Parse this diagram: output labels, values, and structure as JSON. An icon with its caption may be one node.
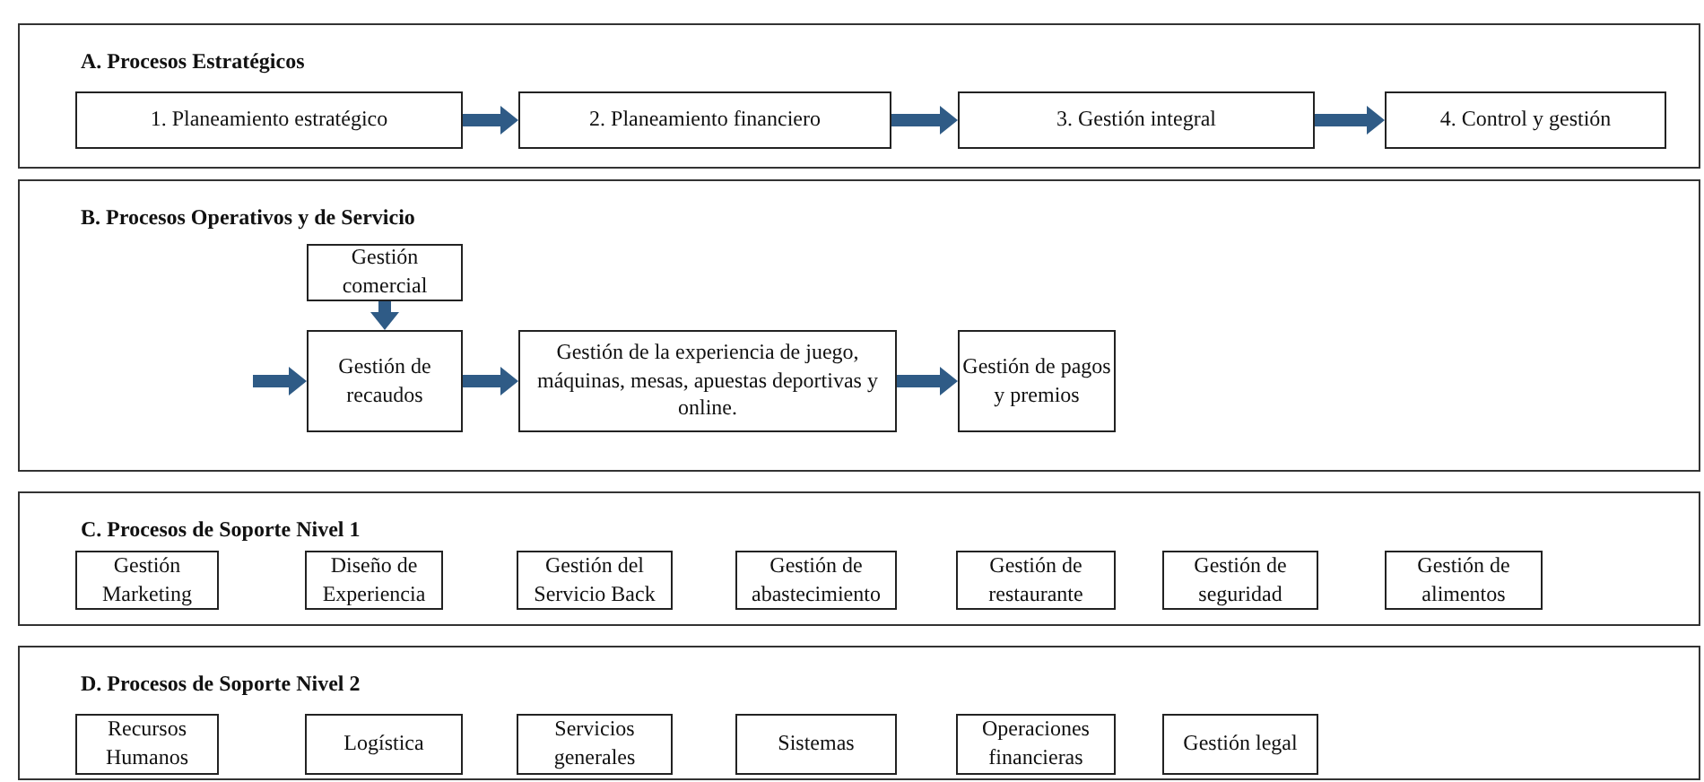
{
  "diagram": {
    "nodes": [
      {
        "text": [
          "A. Procesos Estratégicos"
        ]
      },
      {
        "text": [
          "1. Planeamiento estratégico"
        ],
        "in": 0
      },
      {
        "text": [
          "2. Planeamiento financiero"
        ],
        "in": 0
      },
      {
        "text": [
          "3. Gestión integral"
        ],
        "in": 0
      },
      {
        "text": [
          "4. Control y gestión"
        ],
        "in": 0
      },
      {
        "text": [
          "B. Procesos Operativos y de Servicio"
        ]
      },
      {
        "text": [
          "Gestión comercial"
        ],
        "in": 5
      },
      {
        "text": [
          "Gestión de recaudos"
        ],
        "in": 5
      },
      {
        "text": [
          "Gestión de la experiencia de juego, máquinas, mesas, apuestas deportivas y online."
        ],
        "in": 5
      },
      {
        "text": [
          "Gestión de pagos y premios"
        ],
        "in": 5
      },
      {
        "text": [
          "C. Procesos de Soporte Nivel 1"
        ]
      },
      {
        "text": [
          "Gestión Marketing"
        ],
        "in": 10
      },
      {
        "text": [
          "Diseño de Experiencia"
        ],
        "in": 10
      },
      {
        "text": [
          "Gestión del Servicio Back"
        ],
        "in": 10
      },
      {
        "text": [
          "Gestión de abastecimiento"
        ],
        "in": 10
      },
      {
        "text": [
          "Gestión de restaurante"
        ],
        "in": 10
      },
      {
        "text": [
          "Gestión de seguridad"
        ],
        "in": 10
      },
      {
        "text": [
          "Gestión de alimentos"
        ],
        "in": 10
      },
      {
        "text": [
          "D. Procesos de Soporte Nivel 2"
        ]
      },
      {
        "text": [
          "Recursos Humanos"
        ],
        "in": 18
      },
      {
        "text": [
          "Logística"
        ],
        "in": 18
      },
      {
        "text": [
          "Servicios generales"
        ],
        "in": 18
      },
      {
        "text": [
          "Sistemas"
        ],
        "in": 18
      },
      {
        "text": [
          "Operaciones financieras"
        ],
        "in": 18
      },
      {
        "text": [
          "Gestión legal"
        ],
        "in": 18
      }
    ],
    "edges": [
      {
        "from": 1,
        "to": 2,
        "arrow": "to"
      },
      {
        "from": 2,
        "to": 3,
        "arrow": "to"
      },
      {
        "from": 3,
        "to": 4,
        "arrow": "to"
      },
      {
        "from": 6,
        "to": 7,
        "arrow": "to"
      },
      {
        "from": null,
        "to": 7,
        "arrow": "to"
      },
      {
        "from": 7,
        "to": 8,
        "arrow": "to"
      },
      {
        "from": 8,
        "to": 9,
        "arrow": "to"
      }
    ]
  }
}
